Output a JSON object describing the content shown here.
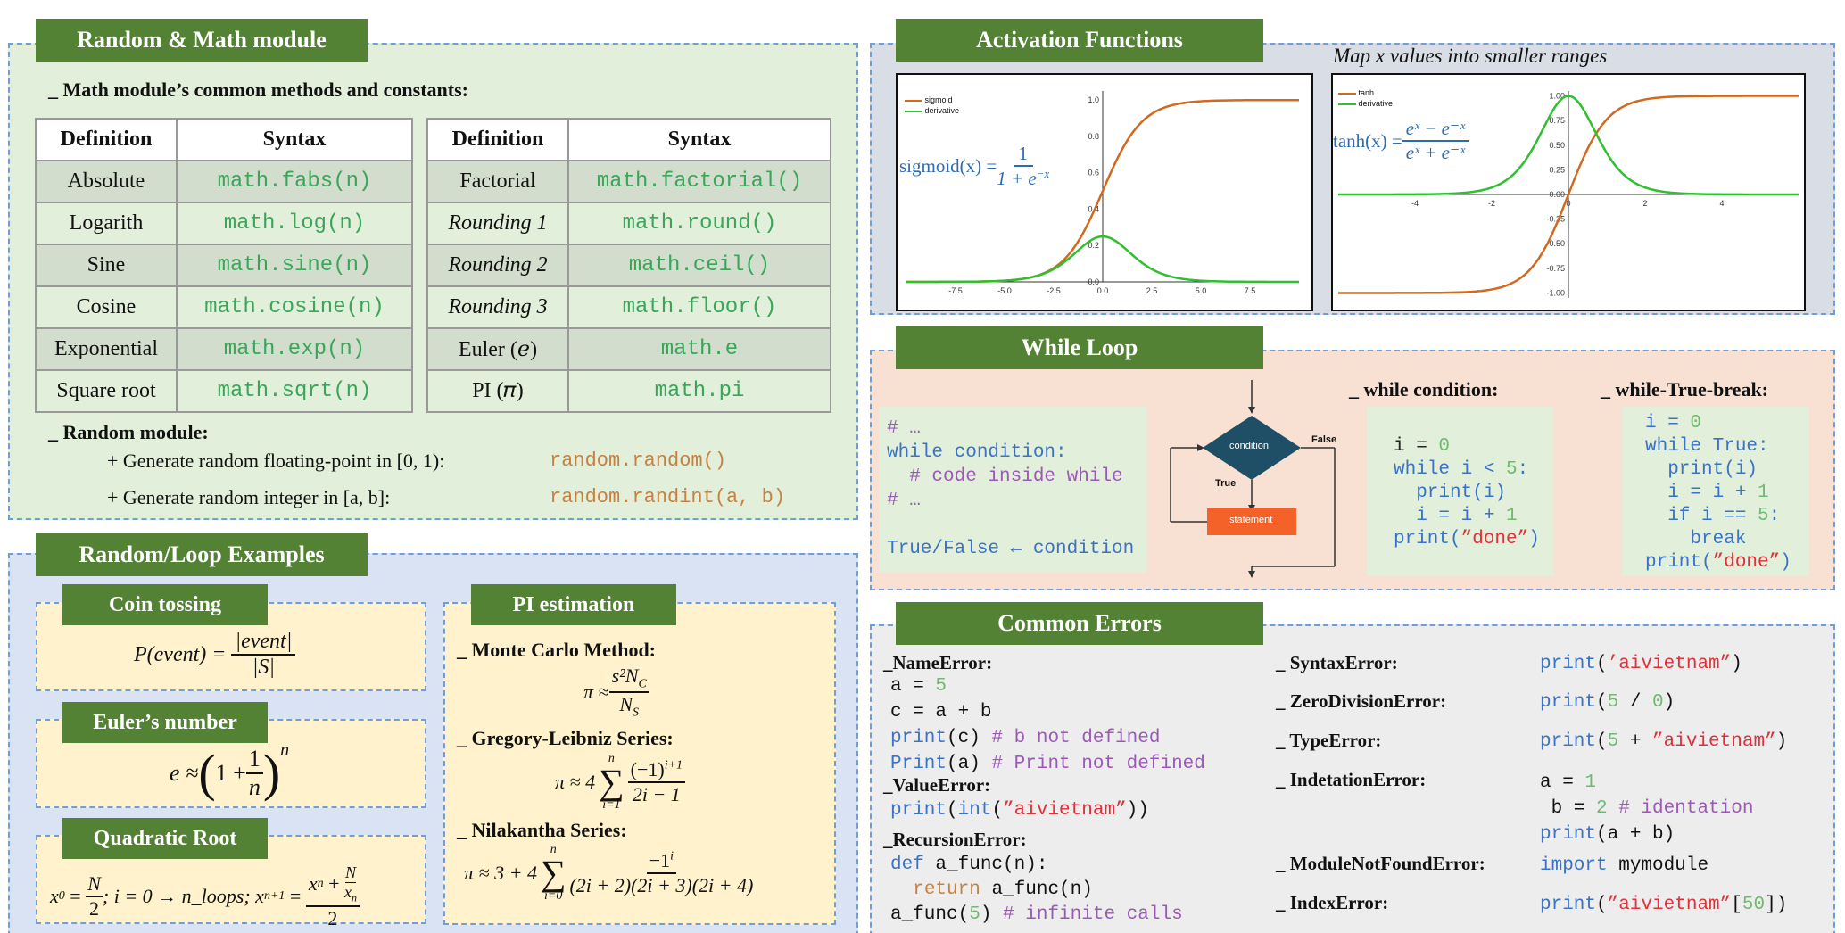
{
  "random_math": {
    "title": "Random & Math module",
    "intro": "_ Math module’s common methods and constants:",
    "table_headers": [
      "Definition",
      "Syntax"
    ],
    "left_rows": [
      {
        "def": "Absolute",
        "syn": "math.fabs(n)"
      },
      {
        "def": "Logarith",
        "syn": "math.log(n)"
      },
      {
        "def": "Sine",
        "syn": "math.sine(n)"
      },
      {
        "def": "Cosine",
        "syn": "math.cosine(n)"
      },
      {
        "def": "Exponential",
        "syn": "math.exp(n)"
      },
      {
        "def": "Square root",
        "syn": "math.sqrt(n)"
      }
    ],
    "right_rows": [
      {
        "def": "Factorial",
        "syn": "math.factorial()"
      },
      {
        "def": "Rounding 1",
        "syn": "math.round()"
      },
      {
        "def": "Rounding 2",
        "syn": "math.ceil()"
      },
      {
        "def": "Rounding 3",
        "syn": "math.floor()"
      },
      {
        "def": "Euler (𝑒)",
        "syn": "math.e"
      },
      {
        "def": "PI (𝜋)",
        "syn": "math.pi"
      }
    ],
    "random_title": "_ Random module:",
    "random_items": [
      {
        "desc": "+ Generate random floating-point in [0, 1):",
        "code": "random.random()"
      },
      {
        "desc": "+ Generate random integer in [a, b]:",
        "code": "random.randint(a, b)"
      }
    ]
  },
  "examples": {
    "title": "Random/Loop Examples",
    "coin": {
      "title": "Coin tossing",
      "lhs": "P(event) = ",
      "num": "|event|",
      "den": "|S|"
    },
    "euler": {
      "title": "Euler’s number",
      "lhs": "e ≈ ",
      "one": "1 + ",
      "num": "1",
      "den": "n",
      "exp": "n"
    },
    "quad": {
      "title": "Quadratic Root",
      "x0": "x",
      "zero": "0",
      "eq": " = ",
      "half_num": "N",
      "half_den": "2",
      "mid": "; i = 0 → n_loops; ",
      "xn1": "x",
      "n1": "n+1",
      "xn": "x",
      "n": "n",
      "plus": " + ",
      "nn": "N",
      "xn2": "x",
      "n2": "n",
      "two": "2"
    },
    "pi": {
      "title": "PI estimation",
      "monte": "_ Monte Carlo Method:",
      "monte_lhs": "π ≈ ",
      "monte_num": "s²N",
      "monte_num_sub": "C",
      "monte_den": "N",
      "monte_den_sub": "S",
      "gregory": "_ Gregory-Leibniz Series:",
      "greg_lhs": "π ≈ 4",
      "greg_top": "n",
      "greg_bot": "i=1",
      "greg_num": "(−1)",
      "greg_num_sup": "i+1",
      "greg_den": "2i − 1",
      "nila": "_ Nilakantha Series:",
      "nila_lhs": "π ≈ 3 + 4",
      "nila_top": "n",
      "nila_bot": "i=0",
      "nila_num": "−1",
      "nila_num_sup": "i",
      "nila_den": "(2i + 2)(2i + 3)(2i + 4)"
    }
  },
  "activation": {
    "title": "Activation Functions",
    "subtitle": "Map x values into smaller ranges",
    "sigmoid_legend": [
      "sigmoid",
      "derivative"
    ],
    "sigmoid_formula_lhs": "sigmoid(x) = ",
    "sigmoid_num": "1",
    "sigmoid_den": "1 + e",
    "sigmoid_den_sup": "−x",
    "tanh_legend": [
      "tanh",
      "derivative"
    ],
    "tanh_formula_lhs": "tanh(x) = ",
    "tanh_num": "eˣ − e⁻ˣ",
    "tanh_den": "eˣ + e⁻ˣ",
    "colors": {
      "function": "#d2691e",
      "derivative": "#2fbf2f",
      "formula": "#2e6bb0"
    }
  },
  "chart_data": [
    {
      "type": "line",
      "title": "",
      "xlabel": "",
      "ylabel": "",
      "xlim": [
        -10,
        10
      ],
      "ylim": [
        0,
        1.05
      ],
      "x_ticks": [
        "-7.5",
        "-5.0",
        "-2.5",
        "0.0",
        "2.5",
        "5.0",
        "7.5"
      ],
      "y_ticks": [
        "0.0",
        "0.2",
        "0.4",
        "0.6",
        "0.8",
        "1.0"
      ],
      "series": [
        {
          "name": "sigmoid",
          "function": "1/(1+exp(-x))"
        },
        {
          "name": "derivative",
          "function": "s(x)(1-s(x))"
        }
      ],
      "legend": "top-left"
    },
    {
      "type": "line",
      "title": "",
      "xlabel": "",
      "ylabel": "",
      "xlim": [
        -6,
        6
      ],
      "ylim": [
        -1.05,
        1.05
      ],
      "x_ticks": [
        "-4",
        "-2",
        "0",
        "2",
        "4"
      ],
      "y_ticks": [
        "1.00",
        "0.75",
        "0.50",
        "0.25",
        "0.00",
        "-0.25",
        "-0.50",
        "-0.75",
        "-1.00"
      ],
      "series": [
        {
          "name": "tanh",
          "function": "tanh(x)"
        },
        {
          "name": "derivative",
          "function": "1-tanh(x)^2"
        }
      ],
      "legend": "top-left"
    }
  ],
  "while_loop": {
    "title": "While Loop",
    "generic_code": [
      "# …",
      "while condition:",
      "  # code inside while",
      "# …",
      "",
      "True/False ← condition"
    ],
    "flow": {
      "condition": "condition",
      "true": "True",
      "false": "False",
      "statement": "statement"
    },
    "cond_title": "_ while condition:",
    "cond_code": [
      "i = 0",
      "while i < 5:",
      "  print(i)",
      "  i = i + 1",
      "print(”done”)"
    ],
    "break_title": "_ while-True-break:",
    "break_code": [
      "i = 0",
      "while True:",
      "  print(i)",
      "  i = i + 1",
      "  if i == 5:",
      "    break",
      "print(”done”)"
    ]
  },
  "errors": {
    "title": "Common Errors",
    "name_error": "_NameError:",
    "name_code": [
      "a = 5",
      "c = a + b",
      "print(c) # b not defined",
      "Print(a) # Print not defined"
    ],
    "value_error": "_ValueError:",
    "value_code": "print(int(”aivietnam”))",
    "recursion_error": "_RecursionError:",
    "recursion_code": [
      "def a_func(n):",
      "  return a_func(n)",
      "a_func(5) # infinite calls"
    ],
    "right": [
      {
        "name": "_ SyntaxError:",
        "code": "print(’aivietnam”)"
      },
      {
        "name": "_ ZeroDivisionError:",
        "code": "print(5 / 0)"
      },
      {
        "name": "_ TypeError:",
        "code": "print(5 + ”aivietnam”)"
      },
      {
        "name": "_ IndetationError:",
        "code": "a = 1\n b = 2 # identation\nprint(a + b)"
      },
      {
        "name": "_ ModuleNotFoundError:",
        "code": "import mymodule"
      },
      {
        "name": "_ IndexError:",
        "code": "print(”aivietnam”[50])"
      }
    ]
  }
}
